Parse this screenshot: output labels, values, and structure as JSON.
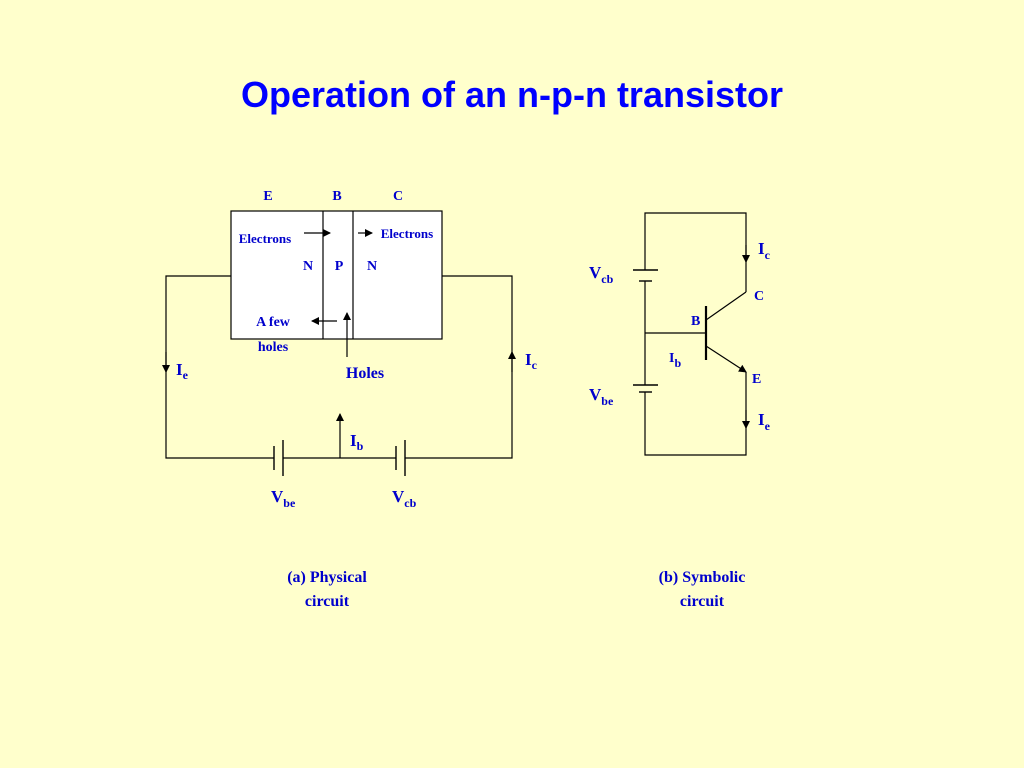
{
  "title": "Operation of an n-p-n transistor",
  "physical": {
    "terminals": {
      "e": "E",
      "b": "B",
      "c": "C"
    },
    "regions": {
      "n1": "N",
      "p": "P",
      "n2": "N"
    },
    "electrons_left": "Electrons",
    "electrons_right": "Electrons",
    "few_holes_line1": "A few",
    "few_holes_line2": "holes",
    "holes": "Holes",
    "ie": {
      "main": "I",
      "sub": "e"
    },
    "ic": {
      "main": "I",
      "sub": "c"
    },
    "ib": {
      "main": "I",
      "sub": "b"
    },
    "vbe": {
      "main": "V",
      "sub": "be"
    },
    "vcb": {
      "main": "V",
      "sub": "cb"
    },
    "caption_line1": "(a) Physical",
    "caption_line2": "circuit"
  },
  "symbolic": {
    "vcb": {
      "main": "V",
      "sub": "cb"
    },
    "vbe": {
      "main": "V",
      "sub": "be"
    },
    "ic": {
      "main": "I",
      "sub": "c"
    },
    "ie": {
      "main": "I",
      "sub": "e"
    },
    "ib": {
      "main": "I",
      "sub": "b"
    },
    "c": "C",
    "b": "B",
    "e": "E",
    "caption_line1": "(b) Symbolic",
    "caption_line2": "circuit"
  },
  "colors": {
    "background": "#FFFFCC",
    "title": "#0000FF",
    "label": "#0000CC",
    "wire": "#000000",
    "box": "#FFFFFF"
  }
}
